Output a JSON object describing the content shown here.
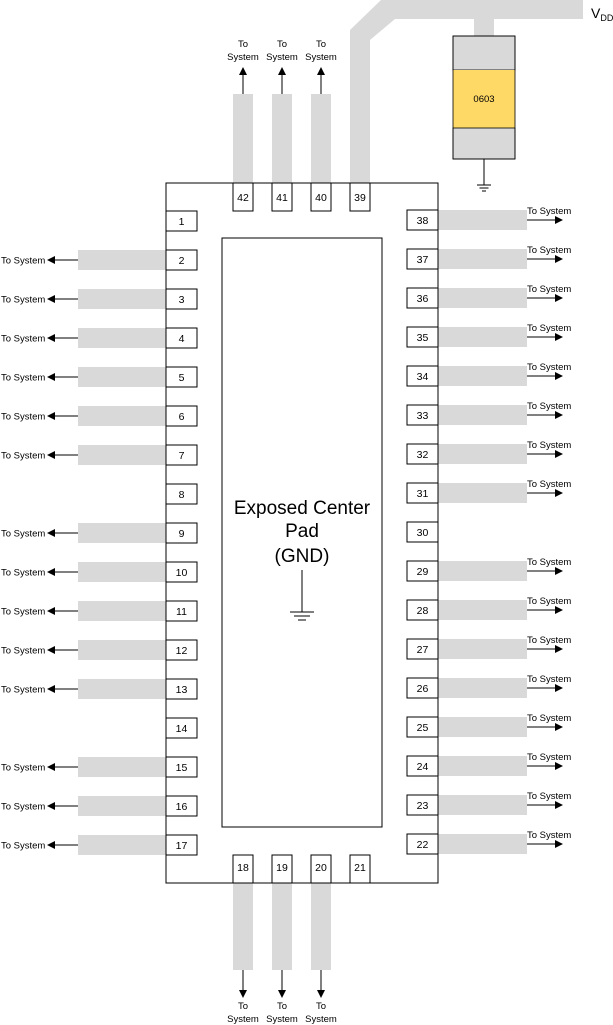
{
  "colors": {
    "trace": "#d9d9d9",
    "outline": "#000000",
    "capacitor_body": "#ffd966",
    "capacitor_pad": "#d9d9d9"
  },
  "labels": {
    "to_system": "To System",
    "to_system_line1": "To",
    "to_system_line2": "System"
  },
  "center_pad": {
    "line1": "Exposed Center",
    "line2": "Pad",
    "line3": "(GND)"
  },
  "supply": {
    "label_main": "V",
    "label_sub": "DD"
  },
  "capacitor": {
    "label": "0603"
  },
  "pins": {
    "left": [
      {
        "num": "1",
        "to_system": false
      },
      {
        "num": "2",
        "to_system": true
      },
      {
        "num": "3",
        "to_system": true
      },
      {
        "num": "4",
        "to_system": true
      },
      {
        "num": "5",
        "to_system": true
      },
      {
        "num": "6",
        "to_system": true
      },
      {
        "num": "7",
        "to_system": true
      },
      {
        "num": "8",
        "to_system": false
      },
      {
        "num": "9",
        "to_system": true
      },
      {
        "num": "10",
        "to_system": true
      },
      {
        "num": "11",
        "to_system": true
      },
      {
        "num": "12",
        "to_system": true
      },
      {
        "num": "13",
        "to_system": true
      },
      {
        "num": "14",
        "to_system": false
      },
      {
        "num": "15",
        "to_system": true
      },
      {
        "num": "16",
        "to_system": true
      },
      {
        "num": "17",
        "to_system": true
      }
    ],
    "bottom": [
      {
        "num": "18",
        "to_system": true
      },
      {
        "num": "19",
        "to_system": true
      },
      {
        "num": "20",
        "to_system": true
      },
      {
        "num": "21",
        "to_system": false
      }
    ],
    "right": [
      {
        "num": "22",
        "to_system": true
      },
      {
        "num": "23",
        "to_system": true
      },
      {
        "num": "24",
        "to_system": true
      },
      {
        "num": "25",
        "to_system": true
      },
      {
        "num": "26",
        "to_system": true
      },
      {
        "num": "27",
        "to_system": true
      },
      {
        "num": "28",
        "to_system": true
      },
      {
        "num": "29",
        "to_system": true
      },
      {
        "num": "30",
        "to_system": false
      },
      {
        "num": "31",
        "to_system": true
      },
      {
        "num": "32",
        "to_system": true
      },
      {
        "num": "33",
        "to_system": true
      },
      {
        "num": "34",
        "to_system": true
      },
      {
        "num": "35",
        "to_system": true
      },
      {
        "num": "36",
        "to_system": true
      },
      {
        "num": "37",
        "to_system": true
      },
      {
        "num": "38",
        "to_system": true
      }
    ],
    "top": [
      {
        "num": "39",
        "to_vdd": true
      },
      {
        "num": "40",
        "to_system": true
      },
      {
        "num": "41",
        "to_system": true
      },
      {
        "num": "42",
        "to_system": true
      }
    ]
  }
}
